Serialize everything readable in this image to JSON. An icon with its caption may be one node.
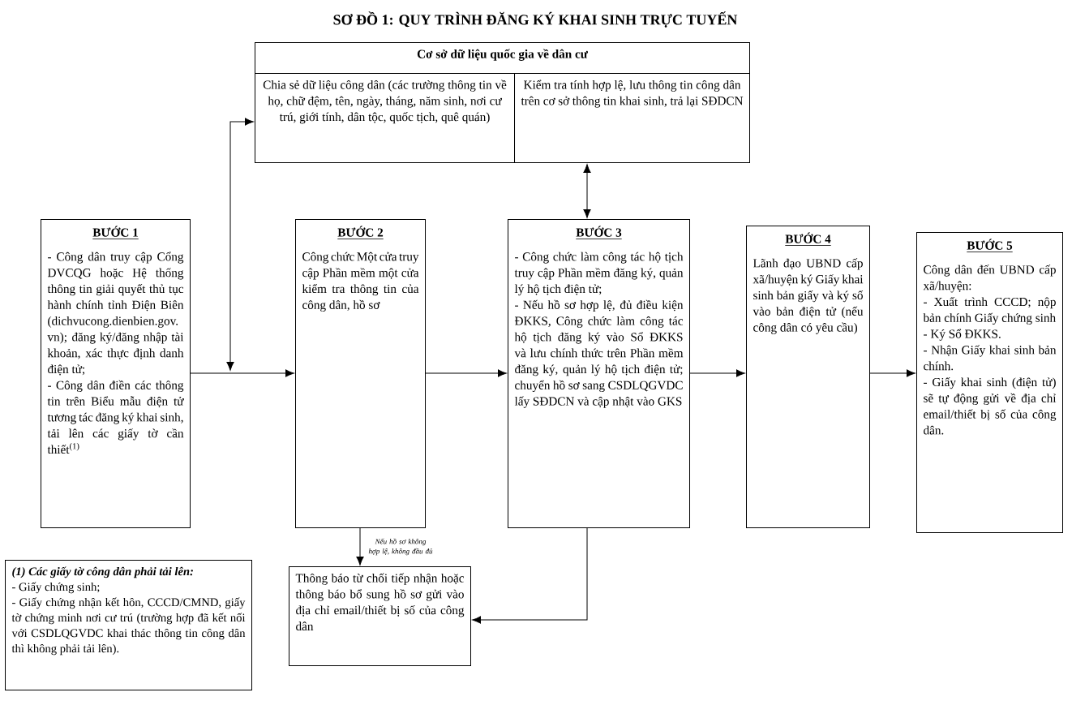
{
  "diagram": {
    "title": "SƠ ĐỒ 1: QUY TRÌNH ĐĂNG KÝ KHAI SINH TRỰC TUYẾN",
    "nodes": [
      {
        "text": [
          "Cơ sở dữ liệu quốc gia về dân cư"
        ]
      },
      {
        "text": [
          "Chia sẻ dữ liệu công dân (các trường thông tin về họ, chữ đệm, tên, ngày, tháng, năm sinh, nơi cư trú, giới tính, dân tộc, quốc tịch, quê quán)"
        ],
        "in": 0
      },
      {
        "text": [
          "Kiểm tra tính hợp lệ, lưu thông tin công dân trên cơ sở thông tin khai sinh, trả lại SĐDCN"
        ],
        "in": 0
      },
      {
        "text": [
          "BƯỚC 1",
          "- Công dân truy cập Cổng DVCQG hoặc Hệ thống thông tin giải quyết thủ tục hành chính tỉnh Điện Biên(dichvucong.dienbien.gov.vn); đăng ký/đăng nhập tài khoản, xác thực định danh điện tử;",
          "- Công dân điền các thông tin trên Biểu mẫu điện tử tương tác đăng ký khai sinh, tải lên các giấy tờ cần thiết$^{(1)}$"
        ]
      },
      {
        "text": [
          "BƯỚC 2",
          "Công chức Một cửa truy cập Phần mềm một cửa kiểm tra thông tin của công dân, hồ sơ"
        ]
      },
      {
        "text": [
          "BƯỚC 3",
          "- Công chức làm công tác hộ tịch truy cập Phần mềm đăng ký, quản lý hộ tịch điện tử;",
          "- Nếu hồ sơ hợp lệ, đủ điều kiện ĐKKS, Công chức làm công tác hộ tịch đăng ký vào Sổ ĐKKS và lưu chính thức trên Phần mềm đăng ký, quản lý hộ tịch điện tử; chuyển hồ sơ sang CSDLQGVDC lấy SĐDCN và cập nhật vào GKS"
        ]
      },
      {
        "text": [
          "BƯỚC 4",
          "Lãnh đạo UBND cấp xã/huyện ký Giấy khai sinh bản giấy và ký số vào bản điện tử (nếu công dân có yêu cầu)"
        ]
      },
      {
        "text": [
          "BƯỚC 5",
          "Công dân đến UBND cấp xã/huyện:",
          "- Xuất trình CCCD; nộp bản chính Giấy chứng sinh",
          "- Ký Sổ ĐKKS.",
          "- Nhận Giấy khai sinh bản chính.",
          "- Giấy khai sinh (điện tử) sẽ tự động gửi về địa chỉ email/thiết bị số của công dân."
        ]
      },
      {
        "text": [
          "Thông báo từ chối tiếp nhận hoặc thông báo bổ sung hồ sơ gửi vào địa chỉ email/thiết bị số của công dân"
        ]
      },
      {
        "text": [
          "(1) Các giấy tờ công dân phải tải lên:",
          "- Giấy chứng sinh;",
          "- Giấy chứng nhận kết hôn, CCCD/CMND, giấy tờ chứng minh nơi cư trú (trường hợp đã kết nối với CSDLQGVDC khai thác thông tin công dân thì không phải tải lên)."
        ]
      }
    ],
    "edges": [
      {
        "from": 3,
        "to": 4,
        "arrow": "to"
      },
      {
        "from": 4,
        "to": 5,
        "arrow": "to"
      },
      {
        "from": 5,
        "to": 6,
        "arrow": "to"
      },
      {
        "from": 6,
        "to": 7,
        "arrow": "to"
      },
      {
        "from": 2,
        "to": 5,
        "arrow": "both"
      },
      {
        "from": 1,
        "to": null,
        "arrow": "both"
      },
      {
        "from": 4,
        "to": 8,
        "arrow": "to",
        "label": "Nếu hồ sơ không hợp lệ, không đầu đủ"
      },
      {
        "from": 5,
        "to": 8,
        "arrow": "to"
      }
    ]
  }
}
